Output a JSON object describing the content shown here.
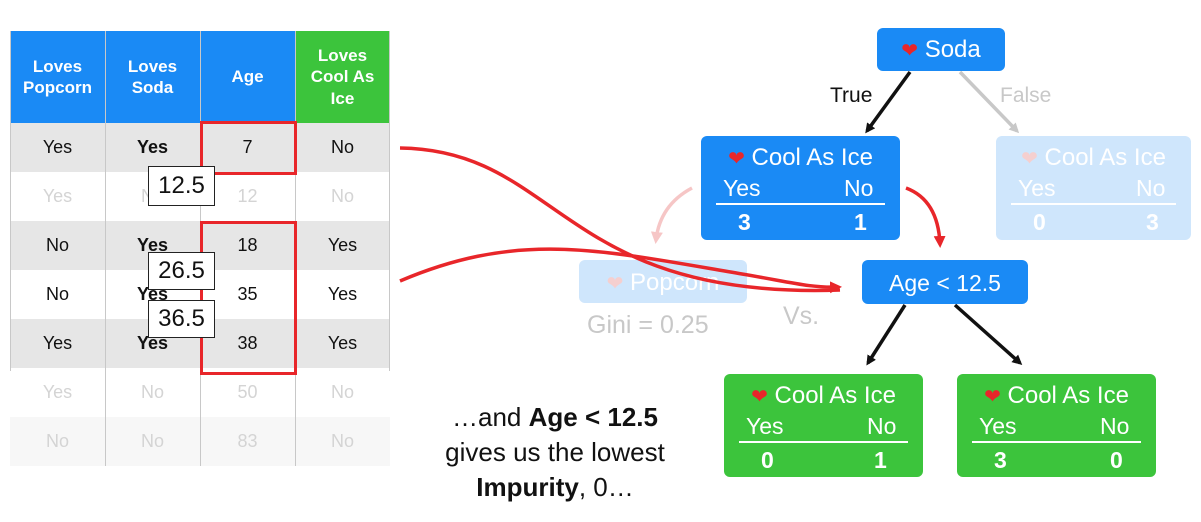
{
  "table": {
    "headers": [
      {
        "text": "Loves\nPopcorn",
        "color": "#1a8af5"
      },
      {
        "text": "Loves\nSoda",
        "color": "#1a8af5"
      },
      {
        "text": "Age",
        "color": "#1a8af5"
      },
      {
        "text": "Loves\nCool As\nIce",
        "color": "#3cc43c"
      }
    ],
    "rows": [
      {
        "cells": [
          "Yes",
          "Yes",
          "7",
          "No"
        ],
        "faded": false
      },
      {
        "cells": [
          "Yes",
          "No",
          "12",
          "No"
        ],
        "faded": true
      },
      {
        "cells": [
          "No",
          "Yes",
          "18",
          "Yes"
        ],
        "faded": false
      },
      {
        "cells": [
          "No",
          "Yes",
          "35",
          "Yes"
        ],
        "faded": false
      },
      {
        "cells": [
          "Yes",
          "Yes",
          "38",
          "Yes"
        ],
        "faded": false
      },
      {
        "cells": [
          "Yes",
          "No",
          "50",
          "No"
        ],
        "faded": true
      },
      {
        "cells": [
          "No",
          "No",
          "83",
          "No"
        ],
        "faded": true
      }
    ],
    "thresholds": [
      "12.5",
      "26.5",
      "36.5"
    ]
  },
  "tree": {
    "root": {
      "label": "Soda",
      "icon": "heart-icon"
    },
    "edge_true": "True",
    "edge_false": "False",
    "left": {
      "title": "Cool As Ice",
      "yes_label": "Yes",
      "no_label": "No",
      "yes": "3",
      "no": "1"
    },
    "right": {
      "title": "Cool As Ice",
      "yes_label": "Yes",
      "no_label": "No",
      "yes": "0",
      "no": "3"
    },
    "popcorn": {
      "label": "Popcorn",
      "gini": "Gini = 0.25"
    },
    "vs": "Vs.",
    "age_node": {
      "label": "Age < 12.5"
    },
    "leaf_left": {
      "title": "Cool As Ice",
      "yes_label": "Yes",
      "no_label": "No",
      "yes": "0",
      "no": "1"
    },
    "leaf_right": {
      "title": "Cool As Ice",
      "yes_label": "Yes",
      "no_label": "No",
      "yes": "3",
      "no": "0"
    }
  },
  "caption": {
    "line1_pre": "…and ",
    "line1_bold": "Age < 12.5",
    "line2": "gives us the lowest",
    "line3_bold": "Impurity",
    "line3_post": ", 0…"
  },
  "colors": {
    "blue": "#1a8af5",
    "green": "#3cc43c",
    "red": "#e8262a"
  }
}
